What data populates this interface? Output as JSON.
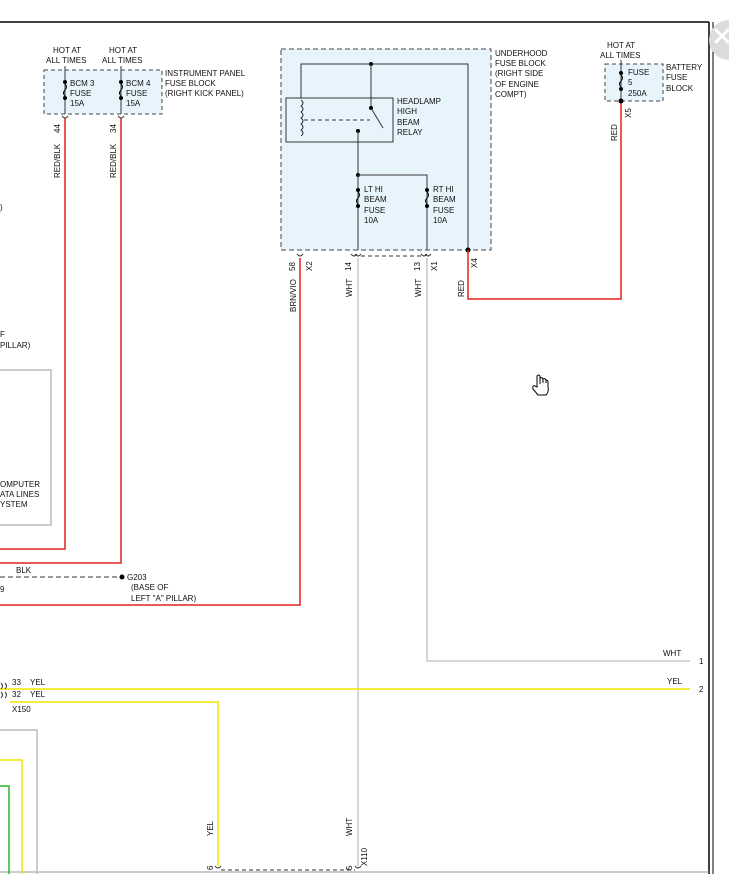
{
  "instrument_panel": {
    "hot1": [
      "HOT AT",
      "ALL TIMES"
    ],
    "hot2": [
      "HOT AT",
      "ALL TIMES"
    ],
    "fuse1": [
      "BCM 3",
      "FUSE",
      "15A"
    ],
    "fuse2": [
      "BCM 4",
      "FUSE",
      "15A"
    ],
    "block_label": [
      "INSTRUMENT PANEL",
      "FUSE BLOCK",
      "(RIGHT KICK PANEL)"
    ],
    "pin1": "44",
    "pin2": "34",
    "wire1": "RED/BLK",
    "wire2": "RED/BLK"
  },
  "underhood": {
    "block_label": [
      "UNDERHOOD",
      "FUSE BLOCK",
      "(RIGHT SIDE",
      "OF ENGINE",
      "COMPT)"
    ],
    "relay_label": [
      "HEADLAMP",
      "HIGH",
      "BEAM",
      "RELAY"
    ],
    "lt_fuse": [
      "LT HI",
      "BEAM",
      "FUSE",
      "10A"
    ],
    "rt_fuse": [
      "RT HI",
      "BEAM",
      "FUSE",
      "10A"
    ],
    "pins": [
      {
        "num": "58",
        "conn": "X2",
        "wire": "BRN/VIO"
      },
      {
        "num": "14",
        "conn": "",
        "wire": "WHT"
      },
      {
        "num": "13",
        "conn": "X1",
        "wire": "WHT"
      },
      {
        "num": "",
        "conn": "X4",
        "wire": "RED"
      }
    ]
  },
  "battery": {
    "hot": [
      "HOT AT",
      "ALL TIMES"
    ],
    "fuse": [
      "FUSE",
      "5",
      "250A"
    ],
    "block_label": [
      "BATTERY",
      "FUSE",
      "BLOCK"
    ],
    "conn": "X5",
    "wire": "RED"
  },
  "left_partial": {
    "paren": ")",
    "pillar": [
      "F",
      "PILLAR)"
    ],
    "computer": [
      "OMPUTER",
      "ATA LINES",
      "YSTEM"
    ],
    "blk": "BLK",
    "num9": "9"
  },
  "ground": {
    "name": "G203",
    "desc": [
      "(BASE OF",
      "LEFT \"A\" PILLAR)"
    ]
  },
  "lower": {
    "right_wht": "WHT",
    "right_pin1": "1",
    "right_yel": "YEL",
    "right_pin2": "2",
    "c33": "33",
    "c32": "32",
    "yel1": "YEL",
    "yel2": "YEL",
    "x150": "X150",
    "bottom_yel": "YEL",
    "bottom_wht": "WHT",
    "pin6": "6",
    "pin5": "5",
    "x110": "X110"
  },
  "colors": {
    "red_wire": "#e2241f",
    "yellow_wire": "#f2e600",
    "white_wire": "#c8c8c8",
    "green_wire": "#2db52d",
    "box_fill": "#e8f4fc",
    "brown_wire": "#e2241f"
  },
  "icons": {
    "close": "close-icon",
    "cursor": "hand-cursor-icon"
  }
}
